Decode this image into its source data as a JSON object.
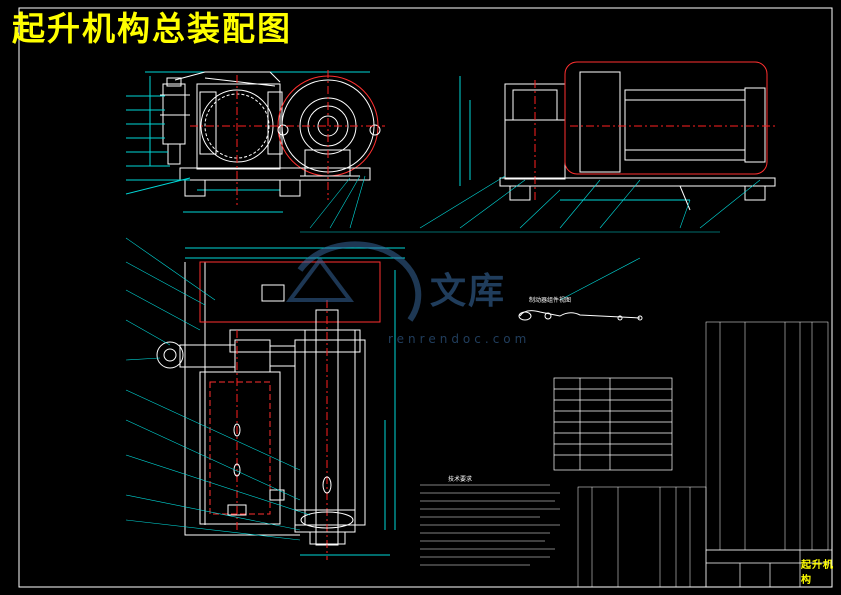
{
  "title": "起升机构总装配图",
  "watermark": {
    "cn": "文库",
    "url": "renrendoc.com"
  },
  "title_block": {
    "name": "起升机构"
  },
  "sub_view_label": "制动器组件视图",
  "tech_req_title": "技术要求",
  "colors": {
    "background": "#000000",
    "title": "#ffff00",
    "outline": "#ffffff",
    "centerline": "#ff2020",
    "dimension": "#00d8d8",
    "hidden": "#ffff00",
    "watermark": "#3b6fa8"
  }
}
